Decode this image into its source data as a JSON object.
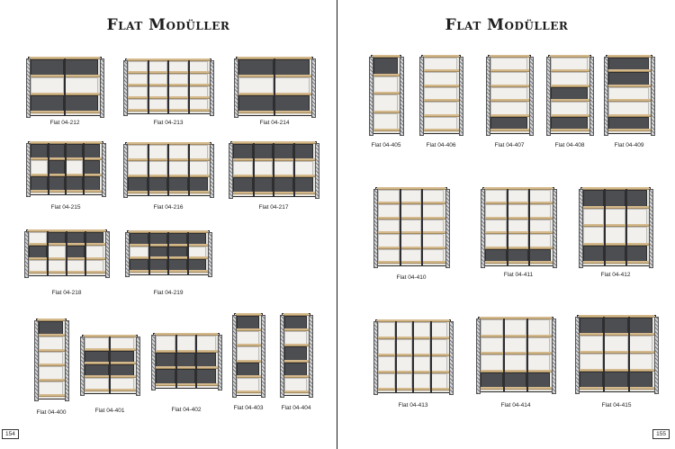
{
  "left_page": {
    "title": "Flat Modüller",
    "page_number": "154",
    "products": [
      {
        "code": "Flat 04-212"
      },
      {
        "code": "Flat 04-213"
      },
      {
        "code": "Flat 04-214"
      },
      {
        "code": "Flat 04-215"
      },
      {
        "code": "Flat 04-216"
      },
      {
        "code": "Flat 04-217"
      },
      {
        "code": "Flat 04-218"
      },
      {
        "code": "Flat 04-219"
      },
      {
        "code": "Flat 04-400"
      },
      {
        "code": "Flat 04-401"
      },
      {
        "code": "Flat 04-402"
      },
      {
        "code": "Flat 04-403"
      },
      {
        "code": "Flat 04-404"
      }
    ]
  },
  "right_page": {
    "title": "Flat Modüller",
    "page_number": "155",
    "products": [
      {
        "code": "Flat 04-405"
      },
      {
        "code": "Flat 04-406"
      },
      {
        "code": "Flat 04-407"
      },
      {
        "code": "Flat 04-408"
      },
      {
        "code": "Flat 04-409"
      },
      {
        "code": "Flat 04-410"
      },
      {
        "code": "Flat 04-411"
      },
      {
        "code": "Flat 04-412"
      },
      {
        "code": "Flat 04-413"
      },
      {
        "code": "Flat 04-414"
      },
      {
        "code": "Flat 04-415"
      }
    ]
  },
  "colors": {
    "frame": "#3d3d3f",
    "door_panel": "#4d4e52",
    "wood_shelf": "#d4b98c",
    "perforated_side": "#7b7c80"
  }
}
